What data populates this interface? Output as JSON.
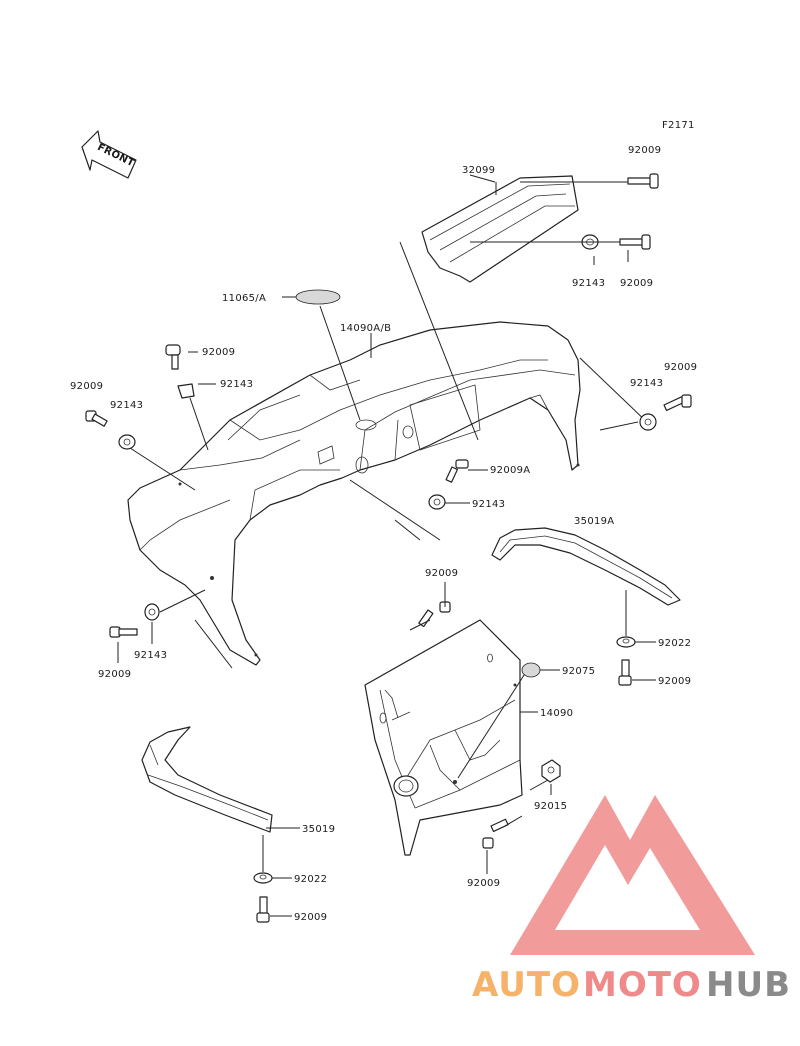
{
  "figure_code": "F2171",
  "front_label": "FRONT",
  "part_labels": {
    "p32099": "32099",
    "p92009_top": "92009",
    "p92143_top": "92143",
    "p92009_top2": "92009",
    "p11065": "11065/A",
    "p14090ab": "14090A/B",
    "p92009_a": "92009",
    "p92143_a": "92143",
    "p92009_left": "92009",
    "p92143_left": "92143",
    "p92009_right": "92009",
    "p92143_right": "92143",
    "p92009A": "92009A",
    "p92143_mid": "92143",
    "p35019A": "35019A",
    "p92009_mid": "92009",
    "p92009_ll": "92009",
    "p92143_ll": "92143",
    "p92022_r": "92022",
    "p92009_r2": "92009",
    "p92075": "92075",
    "p14090": "14090",
    "p92015": "92015",
    "p92009_bot": "92009",
    "p35019": "35019",
    "p92022_l": "92022",
    "p92009_l2": "92009"
  },
  "watermark": {
    "part1": "AUTO",
    "part2": "MOTO",
    "part3": "HUB",
    "color_auto": "#f7b26a",
    "color_moto": "#f08a8a",
    "color_hub": "#8a8a8a",
    "logo_color": "#f08a8a"
  }
}
